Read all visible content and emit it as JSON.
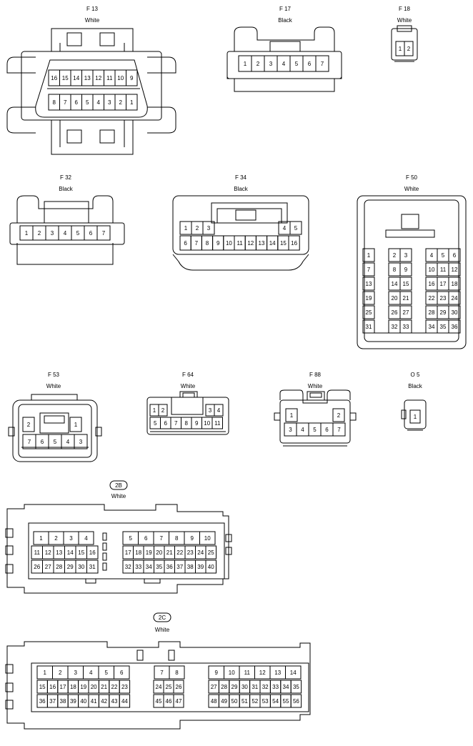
{
  "connectors": {
    "f13": {
      "id": "F 13",
      "color": "White",
      "top_pins": [
        "16",
        "15",
        "14",
        "13",
        "12",
        "11",
        "10",
        "9"
      ],
      "bottom_pins": [
        "8",
        "7",
        "6",
        "5",
        "4",
        "3",
        "2",
        "1"
      ]
    },
    "f17": {
      "id": "F 17",
      "color": "Black",
      "pins": [
        "1",
        "2",
        "3",
        "4",
        "5",
        "6",
        "7"
      ]
    },
    "f18": {
      "id": "F 18",
      "color": "White",
      "pins": [
        "1",
        "2"
      ]
    },
    "f32": {
      "id": "F 32",
      "color": "Black",
      "pins": [
        "1",
        "2",
        "3",
        "4",
        "5",
        "6",
        "7"
      ]
    },
    "f34": {
      "id": "F 34",
      "color": "Black",
      "top_left": [
        "1",
        "2",
        "3"
      ],
      "top_right": [
        "4",
        "5"
      ],
      "bottom": [
        "6",
        "7",
        "8",
        "9",
        "10",
        "11",
        "12",
        "13",
        "14",
        "15",
        "16"
      ]
    },
    "f50": {
      "id": "F 50",
      "color": "White",
      "left": [
        "1",
        "7",
        "13",
        "19",
        "25",
        "31"
      ],
      "mid": [
        [
          "2",
          "3"
        ],
        [
          "8",
          "9"
        ],
        [
          "14",
          "15"
        ],
        [
          "20",
          "21"
        ],
        [
          "26",
          "27"
        ],
        [
          "32",
          "33"
        ]
      ],
      "right": [
        [
          "4",
          "5",
          "6"
        ],
        [
          "10",
          "11",
          "12"
        ],
        [
          "16",
          "17",
          "18"
        ],
        [
          "22",
          "23",
          "24"
        ],
        [
          "28",
          "29",
          "30"
        ],
        [
          "34",
          "35",
          "36"
        ]
      ]
    },
    "f53": {
      "id": "F 53",
      "color": "White",
      "row1": [
        "2",
        "1"
      ],
      "row2": [
        "7",
        "6",
        "5",
        "4",
        "3"
      ]
    },
    "f64": {
      "id": "F 64",
      "color": "White",
      "top_left": [
        "1",
        "2"
      ],
      "top_right": [
        "3",
        "4"
      ],
      "bottom": [
        "5",
        "6",
        "7",
        "8",
        "9",
        "10",
        "11"
      ]
    },
    "f88": {
      "id": "F 88",
      "color": "White",
      "top_left": [
        "1"
      ],
      "top_right": [
        "2"
      ],
      "bottom": [
        "3",
        "4",
        "5",
        "6",
        "7"
      ]
    },
    "o5": {
      "id": "O 5",
      "color": "Black",
      "pins": [
        "1"
      ]
    },
    "c2b": {
      "id": "2B",
      "color": "White",
      "left_rows": [
        [
          "1",
          "2",
          "3",
          "4"
        ],
        [
          "11",
          "12",
          "13",
          "14",
          "15",
          "16"
        ],
        [
          "26",
          "27",
          "28",
          "29",
          "30",
          "31"
        ]
      ],
      "right_rows": [
        [
          "5",
          "6",
          "7",
          "8",
          "9",
          "10"
        ],
        [
          "17",
          "18",
          "19",
          "20",
          "21",
          "22",
          "23",
          "24",
          "25"
        ],
        [
          "32",
          "33",
          "34",
          "35",
          "36",
          "37",
          "38",
          "39",
          "40"
        ]
      ]
    },
    "c2c": {
      "id": "2C",
      "color": "White",
      "a_rows": [
        [
          "1",
          "2",
          "3",
          "4",
          "5",
          "6"
        ],
        [
          "15",
          "16",
          "17",
          "18",
          "19",
          "20",
          "21",
          "22",
          "23"
        ],
        [
          "36",
          "37",
          "38",
          "39",
          "40",
          "41",
          "42",
          "43",
          "44"
        ]
      ],
      "b_rows": [
        [
          "7",
          "8"
        ],
        [
          "24",
          "25",
          "26"
        ],
        [
          "45",
          "46",
          "47"
        ]
      ],
      "c_rows": [
        [
          "9",
          "10",
          "11",
          "12",
          "13",
          "14"
        ],
        [
          "27",
          "28",
          "29",
          "30",
          "31",
          "32",
          "33",
          "34",
          "35"
        ],
        [
          "48",
          "49",
          "50",
          "51",
          "52",
          "53",
          "54",
          "55",
          "56"
        ]
      ]
    }
  }
}
